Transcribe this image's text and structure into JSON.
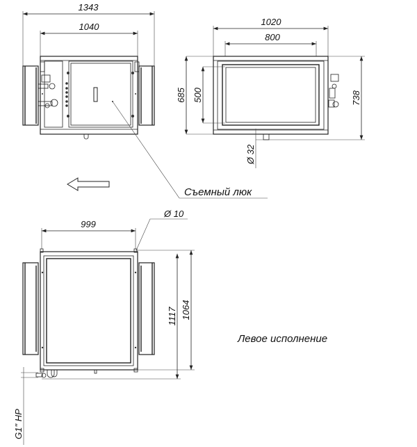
{
  "front_view": {
    "dim_overall_width": "1343",
    "dim_body_width": "1040",
    "removable_hatch_label": "Съемный люк",
    "flow_direction_icon": "arrow-left-icon"
  },
  "side_view": {
    "dim_overall_width": "1020",
    "dim_opening_width": "800",
    "dim_body_height": "685",
    "dim_opening_height": "500",
    "dim_overall_height": "738",
    "dim_drain_diameter": "Ø 32"
  },
  "top_view": {
    "dim_width": "999",
    "dim_hole_diameter": "Ø 10",
    "dim_overall_depth": "1117",
    "dim_body_depth": "1064",
    "dim_pipe_thread": "G1\" HP"
  },
  "variant_label": "Левое исполнение"
}
